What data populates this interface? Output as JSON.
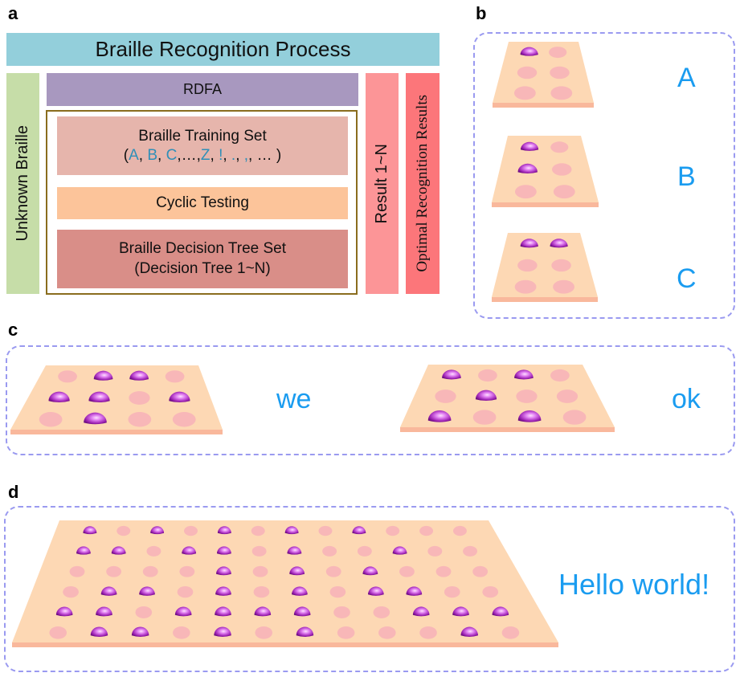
{
  "panels": {
    "a": {
      "label": "a",
      "title": "Braille Recognition Process",
      "unknown": "Unknown Braille",
      "rdfa": "RDFA",
      "training_title": "Braille Training Set",
      "training_items": {
        "open": "(",
        "a": "A",
        "sep1": ", ",
        "b": "B",
        "sep2": ", ",
        "c": "C",
        "sep3": ",…,",
        "z": "Z",
        "sep4": ", ",
        "excl": "!",
        "sep5": ", ",
        "dot": ".",
        "sep6": ", ",
        "comma": ",",
        "sep7": ", … )"
      },
      "cyclic": "Cyclic Testing",
      "tree_title": "Braille Decision Tree Set",
      "tree_sub": "(Decision Tree 1~N)",
      "result": "Result 1~N",
      "optimal": "Optimal Recognition Results",
      "colors": {
        "title": "#93cfdb",
        "unknown": "#c6dda8",
        "rdfa": "#a898bf",
        "training": "#e6b5ac",
        "cyclic": "#fcc49a",
        "tree": "#d98e88",
        "result": "#fc9597",
        "optimal": "#fc767a",
        "frame": "#8a6d1e"
      }
    },
    "b": {
      "label": "b",
      "cells": [
        {
          "letter": "A",
          "dots": [
            1,
            0,
            0,
            0,
            0,
            0
          ]
        },
        {
          "letter": "B",
          "dots": [
            1,
            0,
            1,
            0,
            0,
            0
          ]
        },
        {
          "letter": "C",
          "dots": [
            1,
            1,
            0,
            0,
            0,
            0
          ]
        }
      ]
    },
    "c": {
      "label": "c",
      "words": [
        {
          "text": "we",
          "rows": [
            [
              0,
              1,
              1,
              0
            ],
            [
              1,
              1,
              0,
              1
            ],
            [
              0,
              1,
              0,
              0
            ]
          ]
        },
        {
          "text": "ok",
          "rows": [
            [
              1,
              0,
              1,
              0
            ],
            [
              0,
              1,
              0,
              0
            ],
            [
              1,
              0,
              1,
              0
            ]
          ]
        }
      ]
    },
    "d": {
      "label": "d",
      "text": "Hello world!",
      "rows": [
        [
          1,
          0,
          1,
          0,
          1,
          0,
          1,
          0,
          1,
          0,
          0,
          0
        ],
        [
          1,
          1,
          0,
          1,
          1,
          0,
          1,
          0,
          0,
          1,
          0,
          0
        ],
        [
          0,
          0,
          0,
          0,
          1,
          0,
          1,
          0,
          1,
          0,
          0,
          0
        ],
        [
          0,
          1,
          1,
          0,
          1,
          0,
          1,
          0,
          1,
          1,
          0,
          0
        ],
        [
          1,
          1,
          0,
          1,
          1,
          1,
          1,
          0,
          0,
          1,
          1,
          1
        ],
        [
          0,
          1,
          1,
          0,
          1,
          0,
          1,
          0,
          0,
          0,
          1,
          0
        ]
      ]
    },
    "colors": {
      "plate": "#fdd8b4",
      "plate_edge": "#f9b89c",
      "dot_flat": "#f7b4b8",
      "dot_raised": "#9a1fb0",
      "dot_highlight": "#ffd8ff",
      "frame": "#9a9af0",
      "letter": "#1a9cf0"
    }
  }
}
